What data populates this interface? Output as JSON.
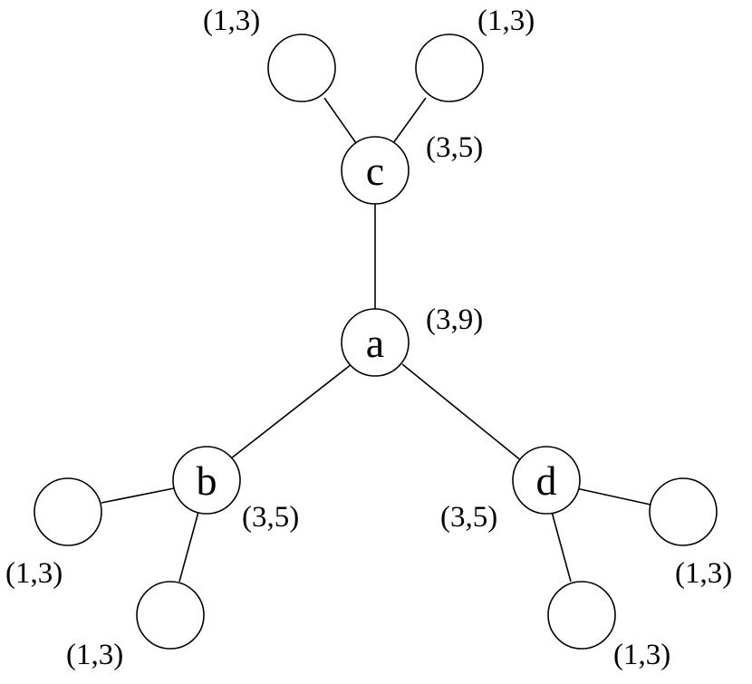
{
  "tree": {
    "root": {
      "name": "a",
      "label": "(3,9)"
    },
    "internal": [
      {
        "name": "c",
        "label": "(3,5)",
        "leaves": [
          "(1,3)",
          "(1,3)"
        ]
      },
      {
        "name": "b",
        "label": "(3,5)",
        "leaves": [
          "(1,3)",
          "(1,3)"
        ]
      },
      {
        "name": "d",
        "label": "(3,5)",
        "leaves": [
          "(1,3)",
          "(1,3)"
        ]
      }
    ]
  }
}
